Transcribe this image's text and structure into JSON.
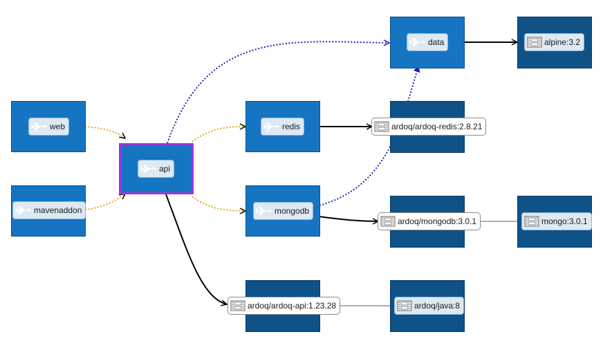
{
  "nodes": {
    "web": "web",
    "mavenaddon": "mavenaddon",
    "api": "api",
    "redis": "redis",
    "mongodb": "mongodb",
    "data": "data",
    "alpine": "alpine:3.2",
    "ardoq_redis": "ardoq/ardoq-redis:2.8.21",
    "ardoq_mongodb": "ardoq/mongodb:3.0.1",
    "mongo": "mongo:3.0.1",
    "ardoq_api": "ardoq/ardoq-api:1.23.28",
    "ardoq_java": "ardoq/java:8"
  },
  "colors": {
    "service_box": "#1575c2",
    "image_box": "#0e5288",
    "selected_border": "#9b37d6",
    "link_orange": "#e8a317",
    "link_blue": "#1f1fb0",
    "link_black": "#000000",
    "link_gray": "#7f7f7f"
  },
  "icons": {
    "service": "airplane-icon",
    "image": "film-strip-icon"
  }
}
